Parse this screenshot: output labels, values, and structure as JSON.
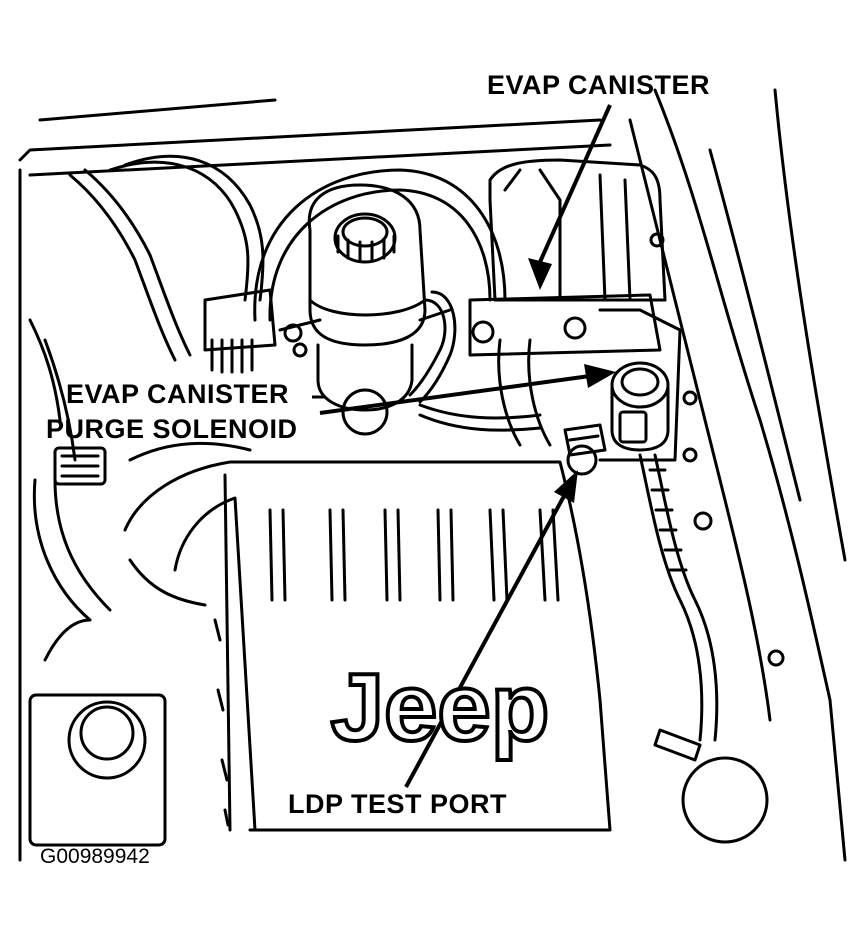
{
  "labels": {
    "evap_canister": "EVAP CANISTER",
    "purge_solenoid_line1": "EVAP CANISTER",
    "purge_solenoid_line2": "PURGE SOLENOID",
    "ldp_test_port": "LDP TEST PORT",
    "figure_id": "G00989942",
    "emblem": "Jeep"
  },
  "colors": {
    "ink": "#000000",
    "paper": "#ffffff"
  }
}
